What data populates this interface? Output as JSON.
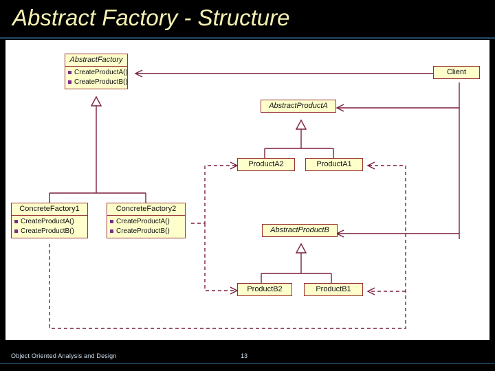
{
  "slide": {
    "title": "Abstract Factory  - Structure",
    "title_color": "#F5F0B0",
    "background": "#000000",
    "canvas_background": "#ffffff"
  },
  "footer": {
    "course": "Object Oriented Analysis and Design",
    "page_number": "13"
  },
  "style": {
    "box_fill": "#FFFFCC",
    "box_border": "#993333",
    "line_color": "#7B1F3A",
    "bullet_color": "#7B2D8E",
    "text_color": "#101010"
  },
  "diagram": {
    "type": "uml-class-diagram",
    "classes": [
      {
        "id": "abstract-factory",
        "name": "AbstractFactory",
        "abstract": true,
        "operations": [
          "CreateProductA()",
          "CreateProductB()"
        ]
      },
      {
        "id": "client",
        "name": "Client",
        "abstract": false,
        "operations": []
      },
      {
        "id": "abstract-product-a",
        "name": "AbstractProductA",
        "abstract": true,
        "operations": []
      },
      {
        "id": "product-a2",
        "name": "ProductA2",
        "abstract": false,
        "operations": []
      },
      {
        "id": "product-a1",
        "name": "ProductA1",
        "abstract": false,
        "operations": []
      },
      {
        "id": "concrete-factory-1",
        "name": "ConcreteFactory1",
        "abstract": false,
        "operations": [
          "CreateProductA()",
          "CreateProductB()"
        ]
      },
      {
        "id": "concrete-factory-2",
        "name": "ConcreteFactory2",
        "abstract": false,
        "operations": [
          "CreateProductA()",
          "CreateProductB()"
        ]
      },
      {
        "id": "abstract-product-b",
        "name": "AbstractProductB",
        "abstract": true,
        "operations": []
      },
      {
        "id": "product-b2",
        "name": "ProductB2",
        "abstract": false,
        "operations": []
      },
      {
        "id": "product-b1",
        "name": "ProductB1",
        "abstract": false,
        "operations": []
      }
    ],
    "relationships": [
      {
        "kind": "association",
        "from": "client",
        "to": "abstract-factory"
      },
      {
        "kind": "association",
        "from": "client",
        "to": "abstract-product-a"
      },
      {
        "kind": "association",
        "from": "client",
        "to": "abstract-product-b"
      },
      {
        "kind": "generalization",
        "from": "concrete-factory-1",
        "to": "abstract-factory"
      },
      {
        "kind": "generalization",
        "from": "concrete-factory-2",
        "to": "abstract-factory"
      },
      {
        "kind": "generalization",
        "from": "product-a2",
        "to": "abstract-product-a"
      },
      {
        "kind": "generalization",
        "from": "product-a1",
        "to": "abstract-product-a"
      },
      {
        "kind": "generalization",
        "from": "product-b2",
        "to": "abstract-product-b"
      },
      {
        "kind": "generalization",
        "from": "product-b1",
        "to": "abstract-product-b"
      },
      {
        "kind": "dependency",
        "from": "concrete-factory-1",
        "to": "product-a1"
      },
      {
        "kind": "dependency",
        "from": "concrete-factory-1",
        "to": "product-b1"
      },
      {
        "kind": "dependency",
        "from": "concrete-factory-2",
        "to": "product-a2"
      },
      {
        "kind": "dependency",
        "from": "concrete-factory-2",
        "to": "product-b2"
      }
    ]
  }
}
